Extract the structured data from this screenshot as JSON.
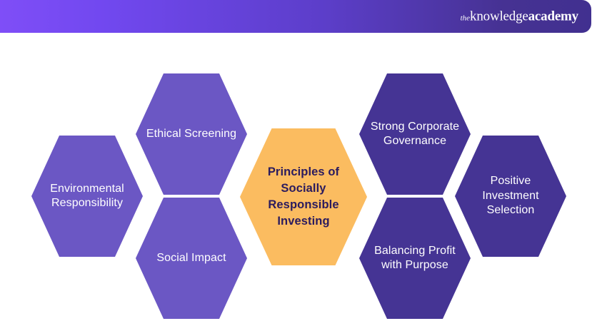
{
  "header": {
    "logo": {
      "prefix": "the",
      "word_one": "knowledge",
      "word_two": "academy"
    },
    "gradient_start": "#7f4ef7",
    "gradient_end": "#413090"
  },
  "diagram": {
    "title": "Principles of Socially Responsible Investing",
    "colors": {
      "light_purple": "#6b57c4",
      "dark_purple": "#453494",
      "center_amber": "#fbbc60",
      "center_text": "#2b1b5e",
      "node_text": "#ffffff"
    },
    "center_node": {
      "label": "Principles of Socially Responsible Investing"
    },
    "nodes": [
      {
        "id": "environmental",
        "label": "Environmental Responsibility",
        "color": "#6b57c4"
      },
      {
        "id": "ethical",
        "label": "Ethical Screening",
        "color": "#6b57c4"
      },
      {
        "id": "social",
        "label": "Social Impact",
        "color": "#6b57c4"
      },
      {
        "id": "governance",
        "label": "Strong Corporate Governance",
        "color": "#453494"
      },
      {
        "id": "balancing",
        "label": "Balancing Profit with Purpose",
        "color": "#453494"
      },
      {
        "id": "positive",
        "label": "Positive Investment Selection",
        "color": "#453494"
      }
    ]
  }
}
